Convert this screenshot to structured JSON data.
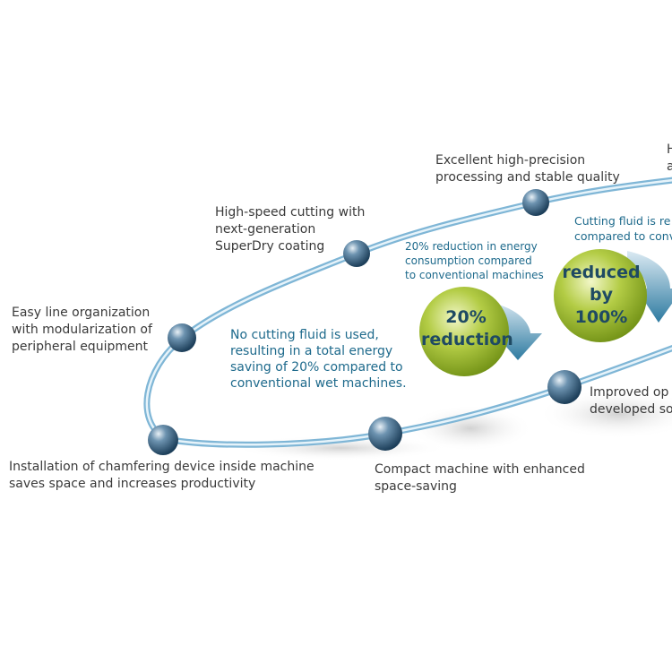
{
  "colors": {
    "ring": "#8cc2e0",
    "sphere": "#2c5d80",
    "ball_green": "#9dbb2a",
    "arrow": "#2f7ea3",
    "text_blue": "#1e6a8c"
  },
  "features": [
    {
      "id": "chamfering",
      "text": "Installation of chamfering device inside machine\nsaves space and increases productivity"
    },
    {
      "id": "line-organization",
      "text": "Easy line organization\nwith modularization of\nperipheral equipment"
    },
    {
      "id": "high-speed",
      "text": "High-speed cutting with\nnext-generation\nSuperDry coating"
    },
    {
      "id": "precision",
      "text": "Excellent high-precision\nprocessing and stable quality"
    },
    {
      "id": "top-right",
      "text": "H\na"
    },
    {
      "id": "compact",
      "text": "Compact machine with enhanced\nspace-saving"
    },
    {
      "id": "improved",
      "text": "Improved op\ndeveloped so"
    }
  ],
  "notes": {
    "no_fluid": "No cutting fluid is used,\nresulting in a total energy\nsaving of 20% compared to\nconventional wet machines.",
    "energy": "20% reduction in energy\nconsumption compared\nto conventional machines",
    "fluid": "Cutting fluid is re\ncompared to conv"
  },
  "badges": {
    "energy": "20%\nreduction",
    "fluid": "reduced\nby\n100%"
  }
}
